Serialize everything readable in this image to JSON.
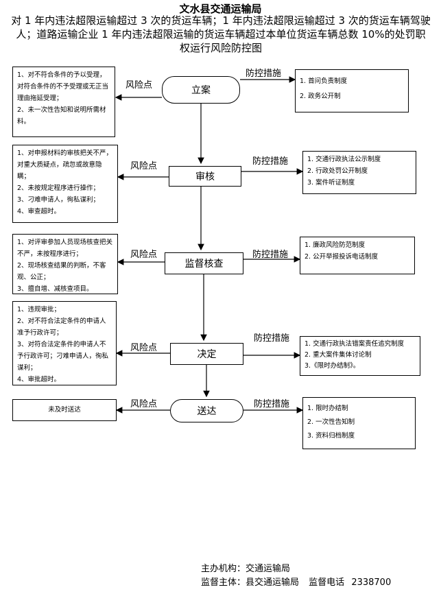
{
  "title": "文水县交通运输局",
  "subtitle": "对 1 年内违法超限运输超过 3 次的货运车辆；1 年内违法超限运输超过 3 次的货运车辆驾驶人；道路运输企业 1 年内违法超限运输的货运车辆超过本单位货运车辆总数 10%的处罚职权运行风险防控图",
  "labels": {
    "risk": "风险点",
    "measure": "防控措施"
  },
  "steps": [
    {
      "name": "立案",
      "risks": [
        "1、对不符合条件的予以受理，对符合条件的不予受理或无正当理由拖延受理；",
        "2、未一次性告知和说明所需材料。"
      ],
      "measures": [
        "1. 首问负责制度",
        "2. 政务公开制"
      ]
    },
    {
      "name": "审核",
      "risks": [
        "1、对申报材料的审核把关不严，对重大质疑点，疏忽或故意隐瞒；",
        "2、未按规定程序进行操作；",
        "3、刁难申请人，徇私谋利；",
        "4、审查超时。"
      ],
      "measures": [
        "1. 交通行政执法公示制度",
        "2. 行政处罚公开制度",
        "3. 案件听证制度"
      ]
    },
    {
      "name": "监督核查",
      "risks": [
        "1、对评审参加人员现场核查把关不严，未按程序进行；",
        "2、现场核查结果的判断，不客观、公正；",
        "3、擅自增、减核查项目。"
      ],
      "measures": [
        "1. 廉政风险防范制度",
        "2. 公开举报投诉电话制度"
      ]
    },
    {
      "name": "决定",
      "risks": [
        "1、违规审批；",
        "2、对不符合法定条件的申请人准予行政许可；",
        "3、对符合法定条件的申请人不予行政许可；刁难申请人，徇私谋利；",
        "4、审批超时。"
      ],
      "measures": [
        "1. 交通行政执法错案责任追究制度",
        "2. 重大案件集体讨论制",
        "3.《限时办结制》。"
      ]
    },
    {
      "name": "送达",
      "risks": [
        "未及时送达"
      ],
      "measures": [
        "1. 限时办结制",
        "2. 一次性告知制",
        "3. 资料归档制度"
      ]
    }
  ],
  "footer": {
    "org_label": "主办机构：",
    "org": "交通运输局",
    "supervisor_label": "监督主体：",
    "supervisor": "县交通运输局",
    "phone_label": "监督电话",
    "phone": "2338700"
  }
}
